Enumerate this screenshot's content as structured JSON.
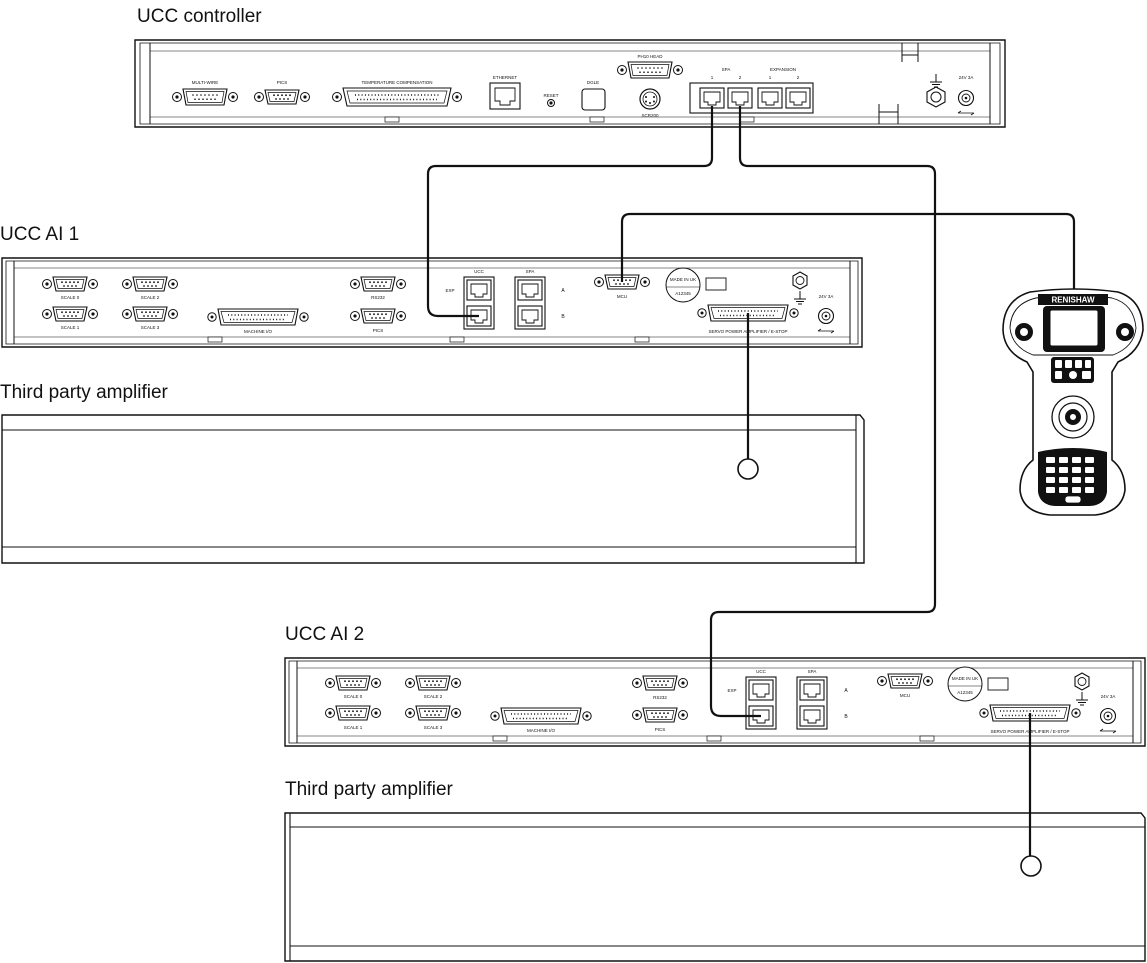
{
  "headings": {
    "ucc_controller": "UCC controller",
    "ucc_ai_1": "UCC AI 1",
    "amp_1": "Third party amplifier",
    "ucc_ai_2": "UCC AI 2",
    "amp_2": "Third party amplifier"
  },
  "controller": {
    "multiwire": "MULTI-WIRE",
    "pics": "PICS",
    "temp_comp": "TEMPERATURE COMPENSATION",
    "ethernet": "ETHERNET",
    "reset": "RESET",
    "dongle": "DGLE",
    "probe_head": "PH10 HEAD",
    "scr200": "SCR200",
    "spa": "SPA",
    "expansion": "EXPANSION",
    "spa_1": "1",
    "spa_2": "2",
    "exp_1": "1",
    "exp_2": "2",
    "power": "24V 3A"
  },
  "ai_1": {
    "scale_0": "SCALE 0",
    "scale_2": "SCALE 2",
    "scale_1": "SCALE 1",
    "scale_3": "SCALE 3",
    "machine_io": "MACHINE I/O",
    "rs232": "RS232",
    "pics": "PICS",
    "ucc": "UCC",
    "exp": "EXP",
    "spa": "SPA",
    "spa_a": "A",
    "spa_b": "B",
    "mcu": "MCU",
    "made_in": "MADE IN UK",
    "serial": "A12345",
    "servo": "SERVO POWER AMPLIFIER / E-STOP",
    "power": "24V 3A"
  },
  "ai_2": {
    "scale_0": "SCALE 0",
    "scale_2": "SCALE 2",
    "scale_1": "SCALE 1",
    "scale_3": "SCALE 3",
    "machine_io": "MACHINE I/O",
    "rs232": "RS232",
    "pics": "PICS",
    "ucc": "UCC",
    "exp": "EXP",
    "spa": "SPA",
    "spa_a": "A",
    "spa_b": "B",
    "mcu": "MCU",
    "made_in": "MADE IN UK",
    "serial": "A12345",
    "servo": "SERVO POWER AMPLIFIER / E-STOP",
    "power": "24V 3A"
  },
  "pendant": {
    "brand": "RENISHAW"
  }
}
